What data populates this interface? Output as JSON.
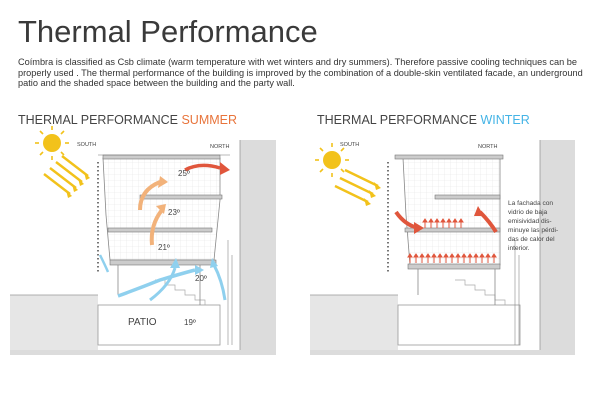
{
  "title": "Thermal Performance",
  "intro": "Coímbra is classified as Csb climate (warm temperature with wet winters and dry summers). Therefore passive cooling techniques can be properly used . The thermal performance of the building is improved by the combination of a double-skin ventilated facade, an underground patio and the shaded space between the building and the party wall.",
  "summer": {
    "heading_prefix": "THERMAL PERFORMANCE ",
    "heading_accent": "SUMMER",
    "south": "SOUTH",
    "north": "NORTH",
    "temps": [
      "25º",
      "23º",
      "21º",
      "20º",
      "19º"
    ],
    "patio": "PATIO"
  },
  "winter": {
    "heading_prefix": "THERMAL PERFORMANCE ",
    "heading_accent": "WINTER",
    "south": "SOUTH",
    "north": "NORTH",
    "note_lines": [
      "La fachada con",
      "vidrio de baja",
      "emisividad dis-",
      "minuye las pérdi-",
      "das de calor del",
      "interior."
    ]
  },
  "colors": {
    "summer_accent": "#e8743b",
    "winter_accent": "#44b4e6",
    "sun": "#f2c21b",
    "warm_arrow": "#f2b27a",
    "hot_arrow": "#e0563c",
    "cool_arrow": "#8fd0ee",
    "ground": "#dcdcdc"
  }
}
